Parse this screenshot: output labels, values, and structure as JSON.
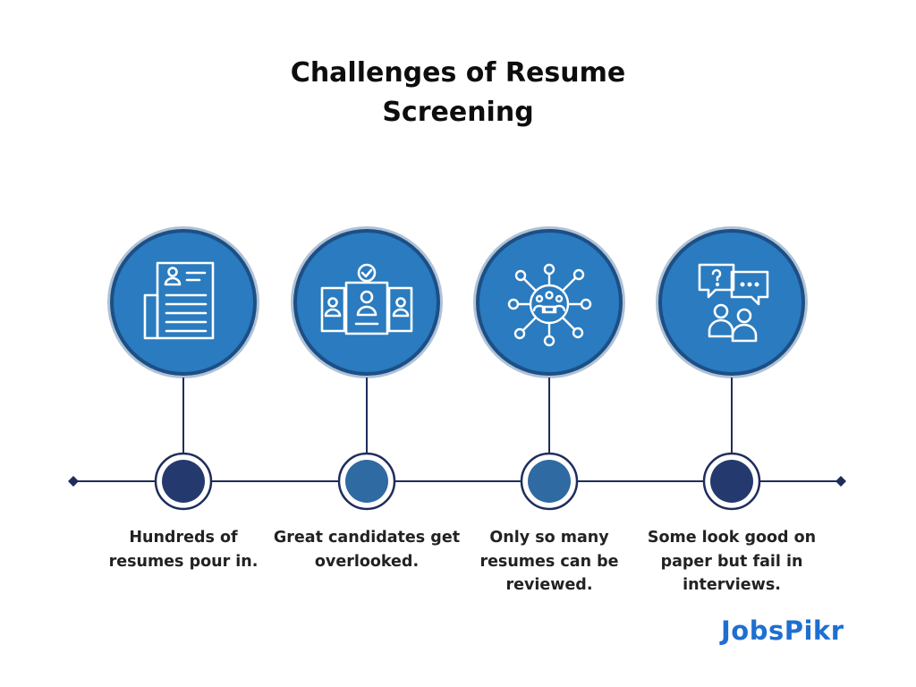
{
  "title": {
    "line1": "Challenges of Resume",
    "line2": "Screening"
  },
  "steps": [
    {
      "icon": "resume-document-icon",
      "caption": "Hundreds of resumes pour in."
    },
    {
      "icon": "candidate-profiles-check-icon",
      "caption": "Great candidates get overlooked."
    },
    {
      "icon": "team-network-icon",
      "caption": "Only so many resumes can be reviewed."
    },
    {
      "icon": "interview-conversation-icon",
      "caption": "Some look good on paper but fail in interviews."
    }
  ],
  "logo": {
    "text": "JobsPikr"
  },
  "colors": {
    "circle_fill": "#2a7bbf",
    "circle_border": "#1c4f86",
    "timeline": "#1f2d5c",
    "node_dark": "#243a6e",
    "node_light": "#2f6aa2"
  }
}
